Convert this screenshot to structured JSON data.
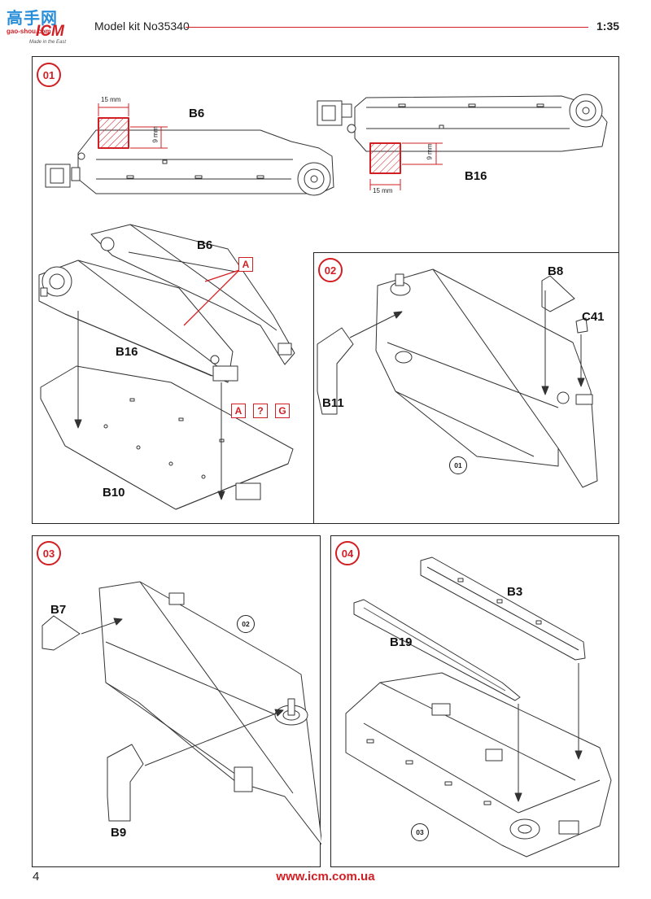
{
  "header": {
    "watermark": "高手网",
    "logo": "ICM",
    "watermark_url": "gao-shou.com",
    "logo_tagline": "Made in the East",
    "title": "Model kit No35340",
    "scale": "1:35"
  },
  "steps": {
    "s1": {
      "number": "01",
      "parts": {
        "b6_top": "B6",
        "b16_top": "B16",
        "b6": "B6",
        "b16": "B16",
        "b10": "B10"
      },
      "meas": {
        "w1": "15 mm",
        "h1": "9 mm",
        "w2": "15 mm",
        "h2": "9 mm"
      },
      "badges": {
        "a1": "A",
        "a2": "A",
        "q": "?",
        "g": "G"
      }
    },
    "s2": {
      "number": "02",
      "parts": {
        "b8": "B8",
        "c41": "C41",
        "b11": "B11"
      },
      "ref": "01"
    },
    "s3": {
      "number": "03",
      "parts": {
        "b7": "B7",
        "b9": "B9"
      },
      "ref": "02"
    },
    "s4": {
      "number": "04",
      "parts": {
        "b3": "B3",
        "b19": "B19"
      },
      "ref": "03"
    }
  },
  "footer": {
    "page": "4",
    "website": "www.icm.com.ua"
  },
  "colors": {
    "accent": "#d11f24",
    "ink": "#222222"
  }
}
